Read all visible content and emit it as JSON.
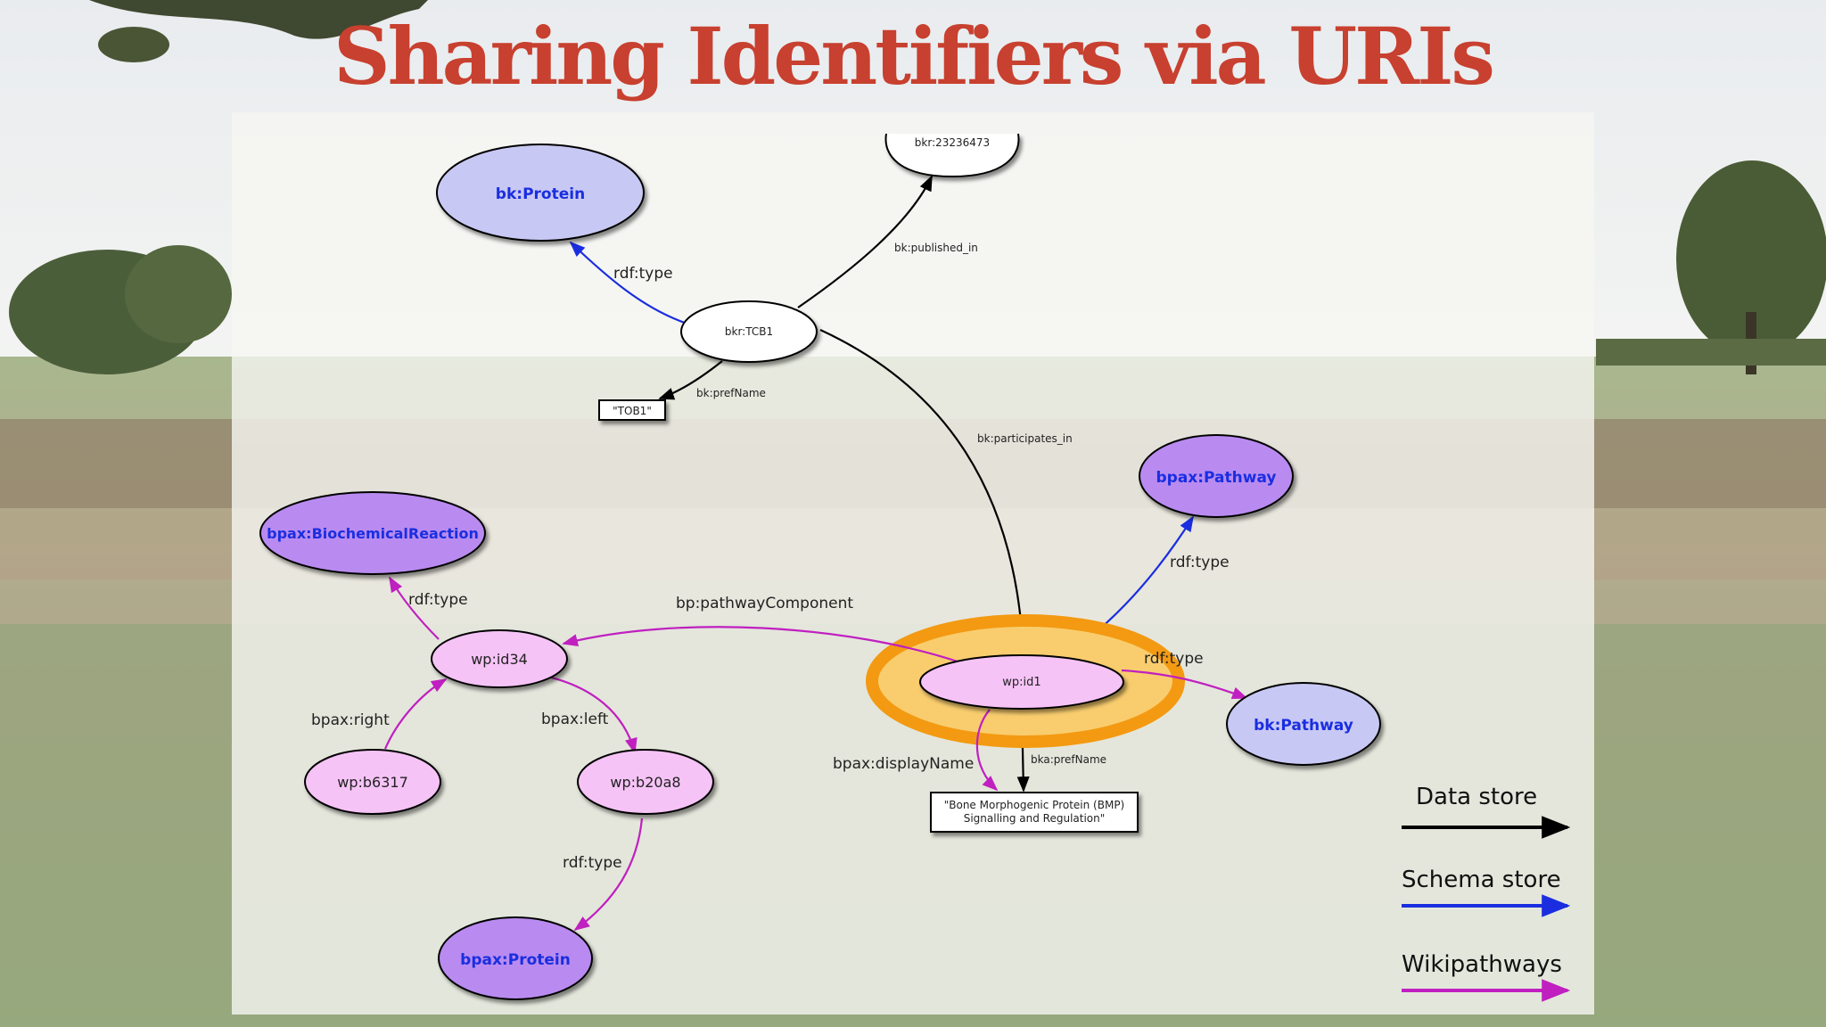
{
  "title": "Sharing Identifiers via URIs",
  "colors": {
    "title": "#c8402f",
    "data_store": "#000000",
    "schema_store": "#1a2ee0",
    "wikipathways": "#c020c0",
    "highlight": "#f39a12",
    "schema_node": "#c8c8f4",
    "wp_schema_node": "#b98bf0",
    "wp_node": "#f6c3f6",
    "data_node": "#ffffff"
  },
  "nodes": {
    "bk_protein": "bk:Protein",
    "bkr_23236473": "bkr:23236473",
    "bkr_tcb1": "bkr:TCB1",
    "tob1_literal": "\"TOB1\"",
    "bpax_pathway": "bpax:Pathway",
    "bpax_biochemical_reaction": "bpax:BiochemicalReaction",
    "wp_id34": "wp:id34",
    "wp_id1": "wp:id1",
    "bk_pathway": "bk:Pathway",
    "wp_b6317": "wp:b6317",
    "wp_b20a8": "wp:b20a8",
    "bpax_protein": "bpax:Protein",
    "bmp_literal_line1": "\"Bone Morphogenic Protein (BMP)",
    "bmp_literal_line2": "Signalling and Regulation\""
  },
  "edges": {
    "tcb1_rdf_type": "rdf:type",
    "tcb1_published_in": "bk:published_in",
    "tcb1_pref_name": "bk:prefName",
    "tcb1_participates_in": "bk:participates_in",
    "id1_rdf_type_bpax": "rdf:type",
    "id1_rdf_type_bk": "rdf:type",
    "id34_rdf_type": "rdf:type",
    "pathway_component": "bp:pathwayComponent",
    "bpax_right": "bpax:right",
    "bpax_left": "bpax:left",
    "b20a8_rdf_type": "rdf:type",
    "display_name": "bpax:displayName",
    "bka_pref_name": "bka:prefName"
  },
  "legend": {
    "data_store": "Data store",
    "schema_store": "Schema store",
    "wikipathways": "Wikipathways"
  }
}
